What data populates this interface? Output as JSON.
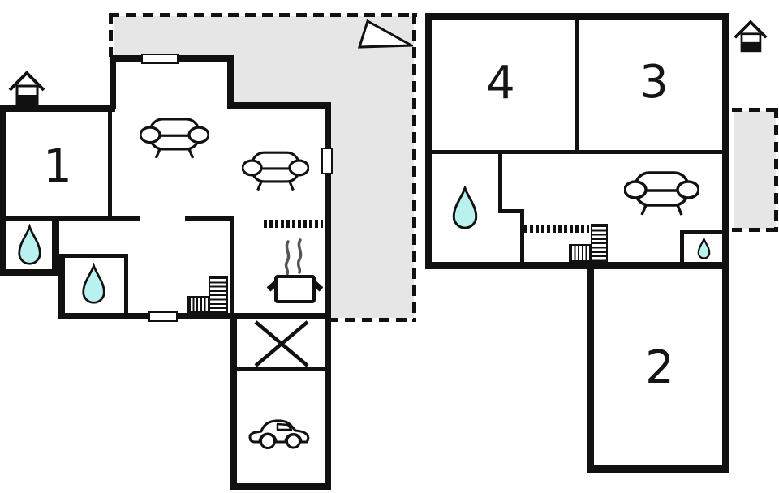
{
  "document": {
    "type": "holiday-home floor plan, two buildings"
  },
  "colors": {
    "wall": "#111111",
    "terrace": "#e6e6e6",
    "water": "#b9f1ef",
    "background": "#ffffff"
  },
  "rooms": {
    "room1": {
      "label": "1"
    },
    "room2": {
      "label": "2"
    },
    "room3": {
      "label": "3"
    },
    "room4": {
      "label": "4"
    }
  },
  "icons": {
    "house": "house-icon",
    "north_arrow": "north-arrow-icon",
    "sofa": "sofa-icon",
    "water_drop": "water-drop-icon",
    "stairs": "stairs-icon",
    "stove": "stove-icon",
    "car": "car-icon",
    "crossed_area": "crossed-area-icon"
  },
  "counts": {
    "houses": 2,
    "sofas": 3,
    "water_drops": 4,
    "staircases": 2,
    "windows": 3,
    "terraces": 2
  }
}
